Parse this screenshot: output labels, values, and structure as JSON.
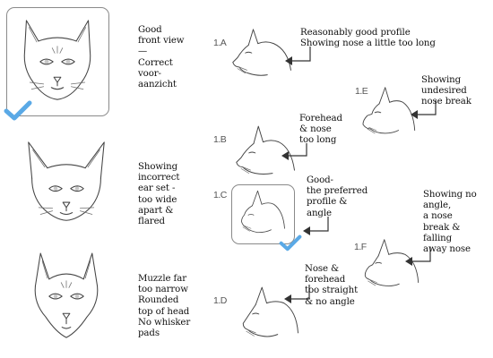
{
  "captions": {
    "good_front": "Good\nfront view\n—\nCorrect\nvoor-\naanzicht",
    "ear_set": "Showing\nincorrect\near set -\ntoo wide\napart &\nflared",
    "muzzle": "Muzzle far\ntoo narrow\nRounded\ntop of head\nNo whisker\npads",
    "p1a": "Reasonably good profile\nShowing nose a little too long",
    "p1b": "Forehead\n& nose\ntoo long",
    "p1c": "Good-\nthe preferred\nprofile &\nangle",
    "p1d": "Nose &\nforehead\ntoo straight\n& no angle",
    "p1e": "Showing\nundesired\nnose break",
    "p1f": "Showing no\nangle,\na nose\nbreak &\nfalling\naway nose"
  },
  "labels": {
    "a": "1.A",
    "b": "1.B",
    "c": "1.C",
    "d": "1.D",
    "e": "1.E",
    "f": "1.F"
  },
  "colors": {
    "checkmark": "#5aa9e6",
    "frame": "#8a8a8a",
    "line": "#444444"
  }
}
